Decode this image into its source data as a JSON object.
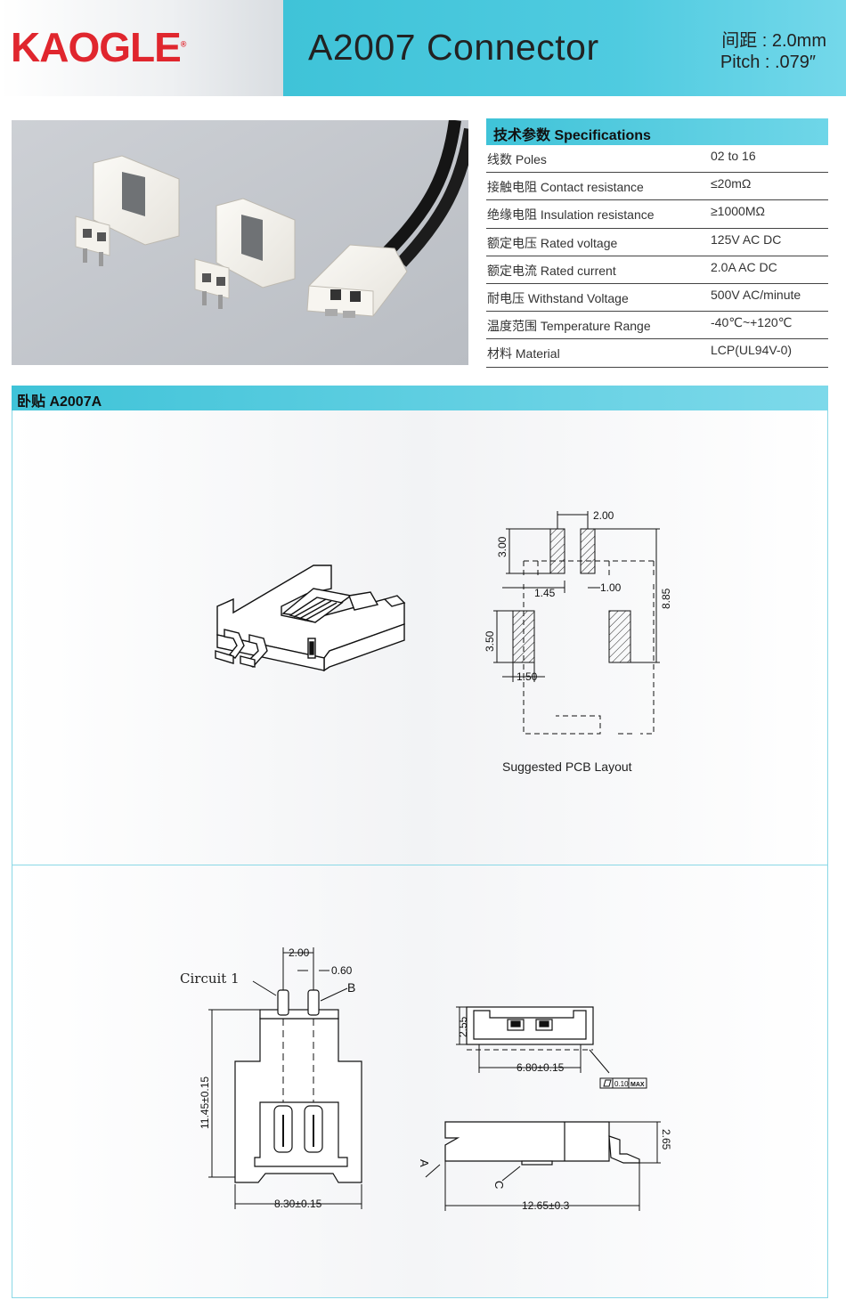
{
  "header": {
    "brand": "KAOGLE",
    "brand_mark": "®",
    "product_title": "A2007 Connector",
    "pitch_cn": "间距 : 2.0mm",
    "pitch_en": "Pitch : .079″"
  },
  "specs": {
    "title": "技术参数 Specifications",
    "rows": [
      {
        "label": "线数 Poles",
        "value": "02 to 16"
      },
      {
        "label": "接触电阻 Contact resistance",
        "value": "≤20mΩ"
      },
      {
        "label": "绝缘电阻 Insulation resistance",
        "value": "≥1000MΩ"
      },
      {
        "label": "额定电压 Rated voltage",
        "value": "125V AC DC"
      },
      {
        "label": "额定电流 Rated current",
        "value": "2.0A AC DC"
      },
      {
        "label": "耐电压 Withstand Voltage",
        "value": "500V AC/minute"
      },
      {
        "label": "温度范围 Temperature Range",
        "value": "-40℃~+120℃"
      },
      {
        "label": "材料 Material",
        "value": "LCP(UL94V-0)"
      }
    ]
  },
  "section": {
    "title": "卧贴 A2007A"
  },
  "pcb_layout": {
    "caption": "Suggested PCB Layout",
    "dims": [
      "2.00",
      "3.00",
      "1.45",
      "1.00",
      "8.85",
      "3.50",
      "1.50"
    ]
  },
  "front_view": {
    "circuit_label": "Circuit 1",
    "b_label": "B",
    "dims": [
      "2.00",
      "0.60",
      "11.45±0.15",
      "8.30±0.15"
    ]
  },
  "top_view": {
    "dims": [
      "2.55",
      "6.80±0.15",
      "0.10",
      "MAX"
    ]
  },
  "side_view": {
    "a_label": "A",
    "c_label": "C",
    "dims": [
      "2.65",
      "12.65±0.3"
    ]
  }
}
